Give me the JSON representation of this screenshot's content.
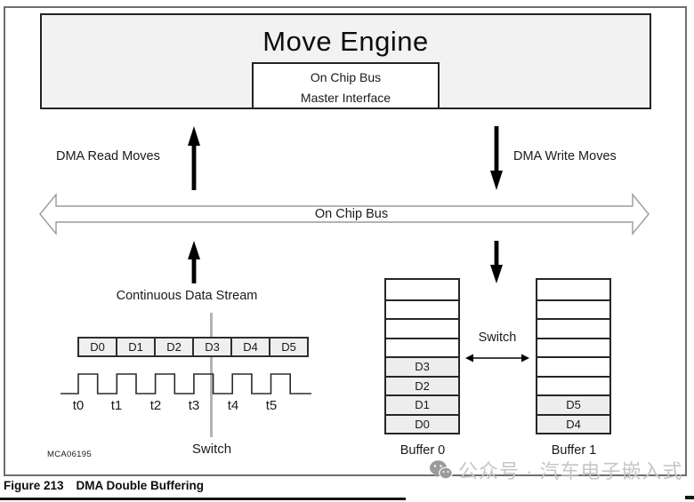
{
  "diagram": {
    "move_engine": {
      "title": "Move Engine",
      "interface_line1": "On Chip Bus",
      "interface_line2": "Master Interface"
    },
    "labels": {
      "dma_read": "DMA Read Moves",
      "dma_write": "DMA Write Moves",
      "on_chip_bus": "On Chip Bus",
      "continuous_stream": "Continuous Data Stream",
      "stream_switch": "Switch",
      "buffer_switch": "Switch",
      "mca_code": "MCA06195"
    },
    "stream": {
      "cells": [
        "D0",
        "D1",
        "D2",
        "D3",
        "D4",
        "D5"
      ],
      "ticks": [
        "t0",
        "t1",
        "t2",
        "t3",
        "t4",
        "t5"
      ]
    },
    "buffers": [
      {
        "name": "Buffer 0",
        "cells": [
          "",
          "",
          "",
          "",
          "D3",
          "D2",
          "D1",
          "D0"
        ]
      },
      {
        "name": "Buffer 1",
        "cells": [
          "",
          "",
          "",
          "",
          "",
          "",
          "D5",
          "D4"
        ]
      }
    ]
  },
  "caption": {
    "number": "Figure 213",
    "title": "DMA Double Buffering"
  },
  "watermark": {
    "text": "公众号 · 汽车电子嵌入式"
  },
  "colors": {
    "block_fill": "#f2f2f2",
    "cell_fill": "#efefef",
    "switch_line": "#b3b3b3",
    "watermark": "#c6c6c6",
    "border": "#262626"
  }
}
